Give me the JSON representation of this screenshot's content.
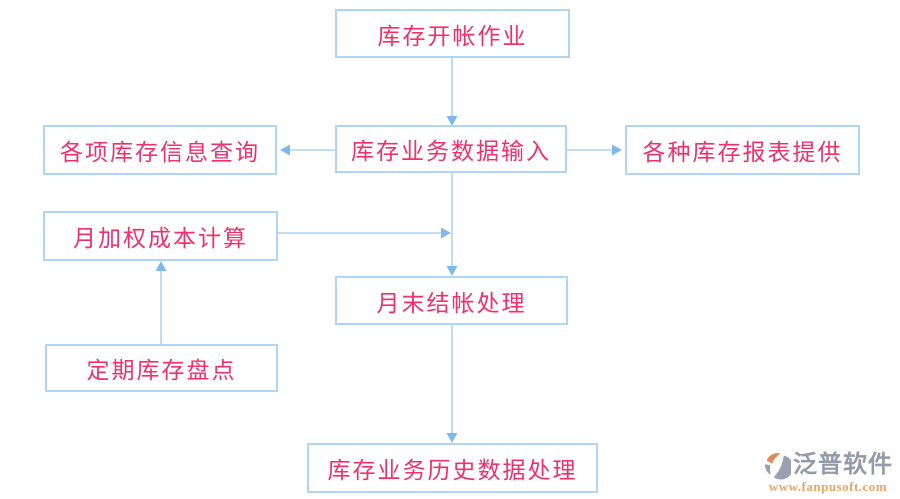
{
  "diagram": {
    "title_hint": "inventory-management-flowchart",
    "nodes": {
      "inventory_opening": {
        "label": "库存开帐作业"
      },
      "business_data_input": {
        "label": "库存业务数据输入"
      },
      "info_query": {
        "label": "各项库存信息查询"
      },
      "report_provision": {
        "label": "各种库存报表提供"
      },
      "weighted_cost": {
        "label": "月加权成本计算"
      },
      "month_end_closing": {
        "label": "月末结帐处理"
      },
      "periodic_stocktaking": {
        "label": "定期库存盘点"
      },
      "history_processing": {
        "label": "库存业务历史数据处理"
      }
    },
    "edges": [
      "inventory_opening -> business_data_input",
      "business_data_input -> info_query",
      "business_data_input -> report_provision",
      "business_data_input -> month_end_closing",
      "weighted_cost -> month_end_closing (joins vertical line)",
      "periodic_stocktaking -> weighted_cost",
      "month_end_closing -> history_processing"
    ],
    "colors": {
      "box_border": "#aed5f5",
      "box_text": "#f0306c",
      "arrow_line": "#abd4f6",
      "arrow_head": "#7db9ef",
      "background": "#ffffff"
    }
  },
  "watermark": {
    "brand": "泛普软件",
    "url": "www.fanpusoft.com",
    "brand_color": "#949aa9",
    "url_color": "#e9a468",
    "icon": "fanpu-swirl-logo",
    "icon_orange": "#e08a5a",
    "icon_grey": "#9aa0af"
  }
}
